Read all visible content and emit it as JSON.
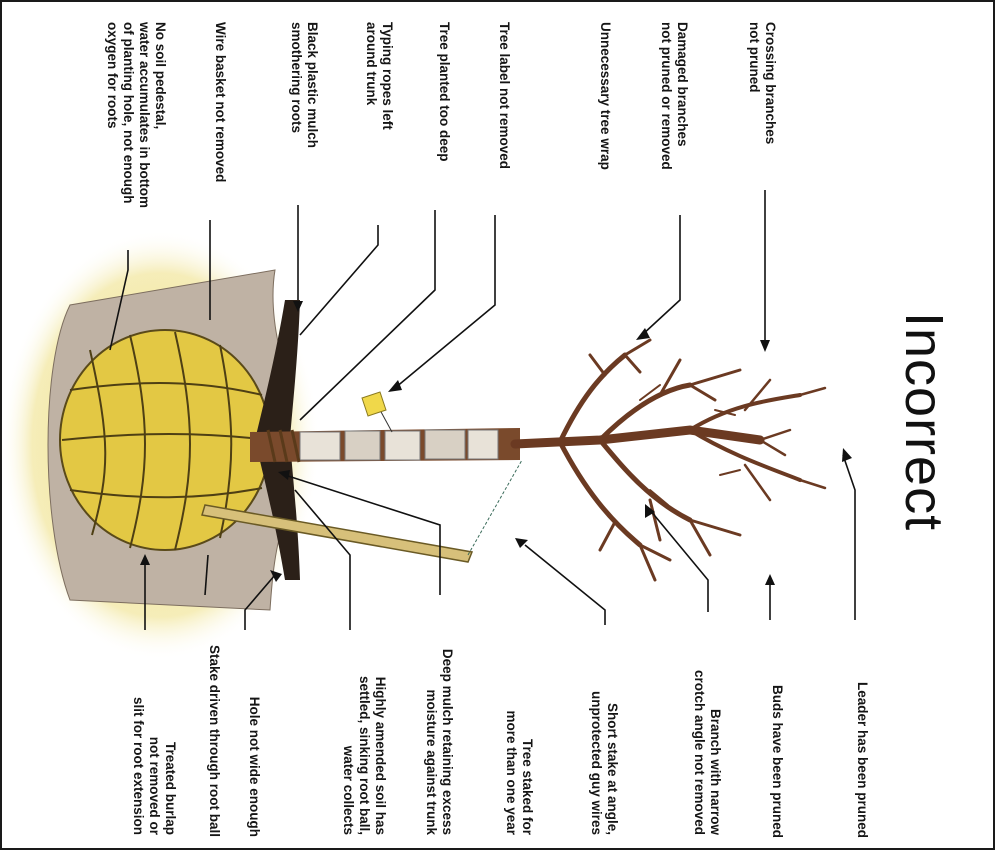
{
  "title": "Incorrect",
  "labels": {
    "crossing": "Crossing branches\nnot pruned",
    "damaged": "Damaged branches\nnot pruned or removed",
    "wrap": "Unnecessary tree wrap",
    "label_tag": "Tree label not removed",
    "deep": "Tree planted too deep",
    "ropes": "Typing ropes left\naround trunk",
    "plastic": "Black plastic mulch\nsmothering roots",
    "basket": "Wire basket not removed",
    "pedestal": "No soil pedestal,\nwater accumulates in bottom\nof planting hole, not enough\noxygen for roots",
    "leader": "Leader has been pruned",
    "buds": "Buds have been pruned",
    "crotch": "Branch with narrow\ncrotch angle not removed",
    "short_stake": "Short stake at angle,\nunprotected guy wires",
    "staked_year": "Tree staked for\nmore than one year",
    "deep_mulch": "Deep mulch retaining excess\nmoisture against trunk",
    "amended": "Highly amended soil has\nsettled, sinking root ball,\nwater collects",
    "hole": "Hole not wide enough",
    "stake_through": "Stake driven through root ball",
    "burlap": "Treated burlap\nnot removed or\nslit for root extension"
  },
  "colors": {
    "bark": "#6b3a22",
    "root_ball": "#e6cf4a",
    "soil": "#b5a89a",
    "mulch": "#2b2018",
    "stake": "#d7c07a",
    "label_tag": "#f0d84a",
    "text": "#151515"
  }
}
